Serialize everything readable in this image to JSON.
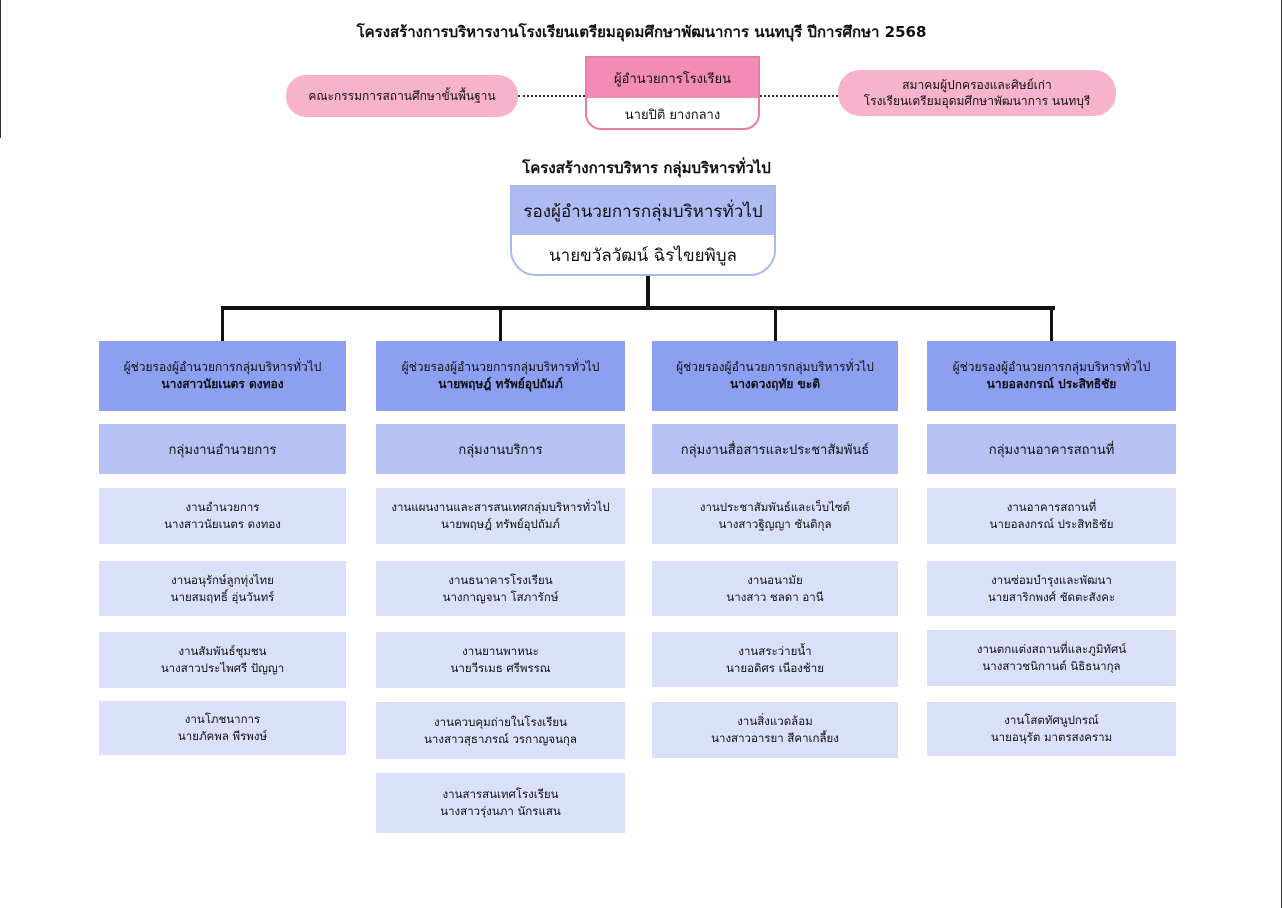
{
  "title": "โครงสร้างการบริหารงานโรงเรียนเตรียมอุดมศึกษาพัฒนาการ นนทบุรี ปีการศึกษา 2568",
  "committee": "คณะกรรมการสถานศึกษาขั้นพื้นฐาน",
  "association": {
    "line1": "สมาคมผู้ปกครองและศิษย์เก่า",
    "line2": "โรงเรียนเตรียมอุดมศึกษาพัฒนาการ นนทบุรี"
  },
  "director": {
    "title": "ผู้อำนวยการโรงเรียน",
    "name": "นายปิติ ยางกลาง"
  },
  "subtitle": "โครงสร้างการบริหาร กลุ่มบริหารทั่วไป",
  "vice_director": {
    "title": "รองผู้อำนวยการกลุ่มบริหารทั่วไป",
    "name": "นายขวัลวัฒน์ ฉิรไขยพิบูล"
  },
  "columns": [
    {
      "head_title": "ผู้ช่วยรองผู้อำนวยการกลุ่มบริหารทั่วไป",
      "head_name": "นางสาวนัยเนตร ดงทอง",
      "group": "กลุ่มงานอำนวยการ",
      "tasks": [
        {
          "title": "งานอำนวยการ",
          "person": "นางสาวนัยเนตร ดงทอง"
        },
        {
          "title": "งานอนุรักษ์ลูกทุ่งไทย",
          "person": "นายสมฤทธิ์ อุ่นวันทร์"
        },
        {
          "title": "งานสัมพันธ์ชุมชน",
          "person": "นางสาวประไพศรี ปัญญา"
        },
        {
          "title": "งานโภชนาการ",
          "person": "นายภัคพล พีรพงษ์"
        }
      ]
    },
    {
      "head_title": "ผู้ช่วยรองผู้อำนวยการกลุ่มบริหารทั่วไป",
      "head_name": "นายพฤษฎ์ ทรัพย์อุปถัมภ์",
      "group": "กลุ่มงานบริการ",
      "tasks": [
        {
          "title": "งานแผนงานและสารสนเทศกลุ่มบริหารทั่วไป",
          "person": "นายพฤษฎ์ ทรัพย์อุปถัมภ์"
        },
        {
          "title": "งานธนาคารโรงเรียน",
          "person": "นางกาญจนา โสภารักษ์"
        },
        {
          "title": "งานยานพาหนะ",
          "person": "นายวีรเมธ ศรีพรรณ"
        },
        {
          "title": "งานควบคุมถ่ายในโรงเรียน",
          "person": "นางสาวสุธาภรณ์ วรกาญจนกุล"
        },
        {
          "title": "งานสารสนเทศโรงเรียน",
          "person": "นางสาวรุ่งนภา นักรแสน"
        }
      ]
    },
    {
      "head_title": "ผู้ช่วยรองผู้อำนวยการกลุ่มบริหารทั่วไป",
      "head_name": "นางดวงฤทัย ขะติ",
      "group": "กลุ่มงานสื่อสารและประชาสัมพันธ์",
      "tasks": [
        {
          "title": "งานประชาสัมพันธ์และเว็บไซต์",
          "person": "นางสาวฐิญญา ชันติกุล"
        },
        {
          "title": "งานอนามัย",
          "person": "นางสาว ชลดา อานี"
        },
        {
          "title": "งานสระว่ายน้ำ",
          "person": "นายอดิศร เนืองช้าย"
        },
        {
          "title": "งานสิ่งแวดล้อม",
          "person": "นางสาวอารยา สีคาเกลี้ยง"
        }
      ]
    },
    {
      "head_title": "ผู้ช่วยรองผู้อำนวยการกลุ่มบริหารทั่วไป",
      "head_name": "นายอลงกรณ์ ประสิทธิชัย",
      "group": "กลุ่มงานอาคารสถานที่",
      "tasks": [
        {
          "title": "งานอาคารสถานที่",
          "person": "นายอลงกรณ์ ประสิทธิชัย"
        },
        {
          "title": "งานซ่อมบำรุงและพัฒนา",
          "person": "นายสาริกพงศ์ ชัดตะสังคะ"
        },
        {
          "title": "งานตกแต่งสถานที่และภูมิทัศน์",
          "person": "นางสาวชนิกานต์ นิธิธนากุล"
        },
        {
          "title": "งานโสตทัศนูปกรณ์",
          "person": "นายอนุรัต มาตรสงคราม"
        }
      ]
    }
  ],
  "colors": {
    "pink_pill": "#f6b3cb",
    "pink_head": "#f28cb4",
    "blue_vice": "#aebbf2",
    "col_head": "#8d9ff0",
    "group": "#b6c1f4",
    "task": "#dae0fa"
  }
}
